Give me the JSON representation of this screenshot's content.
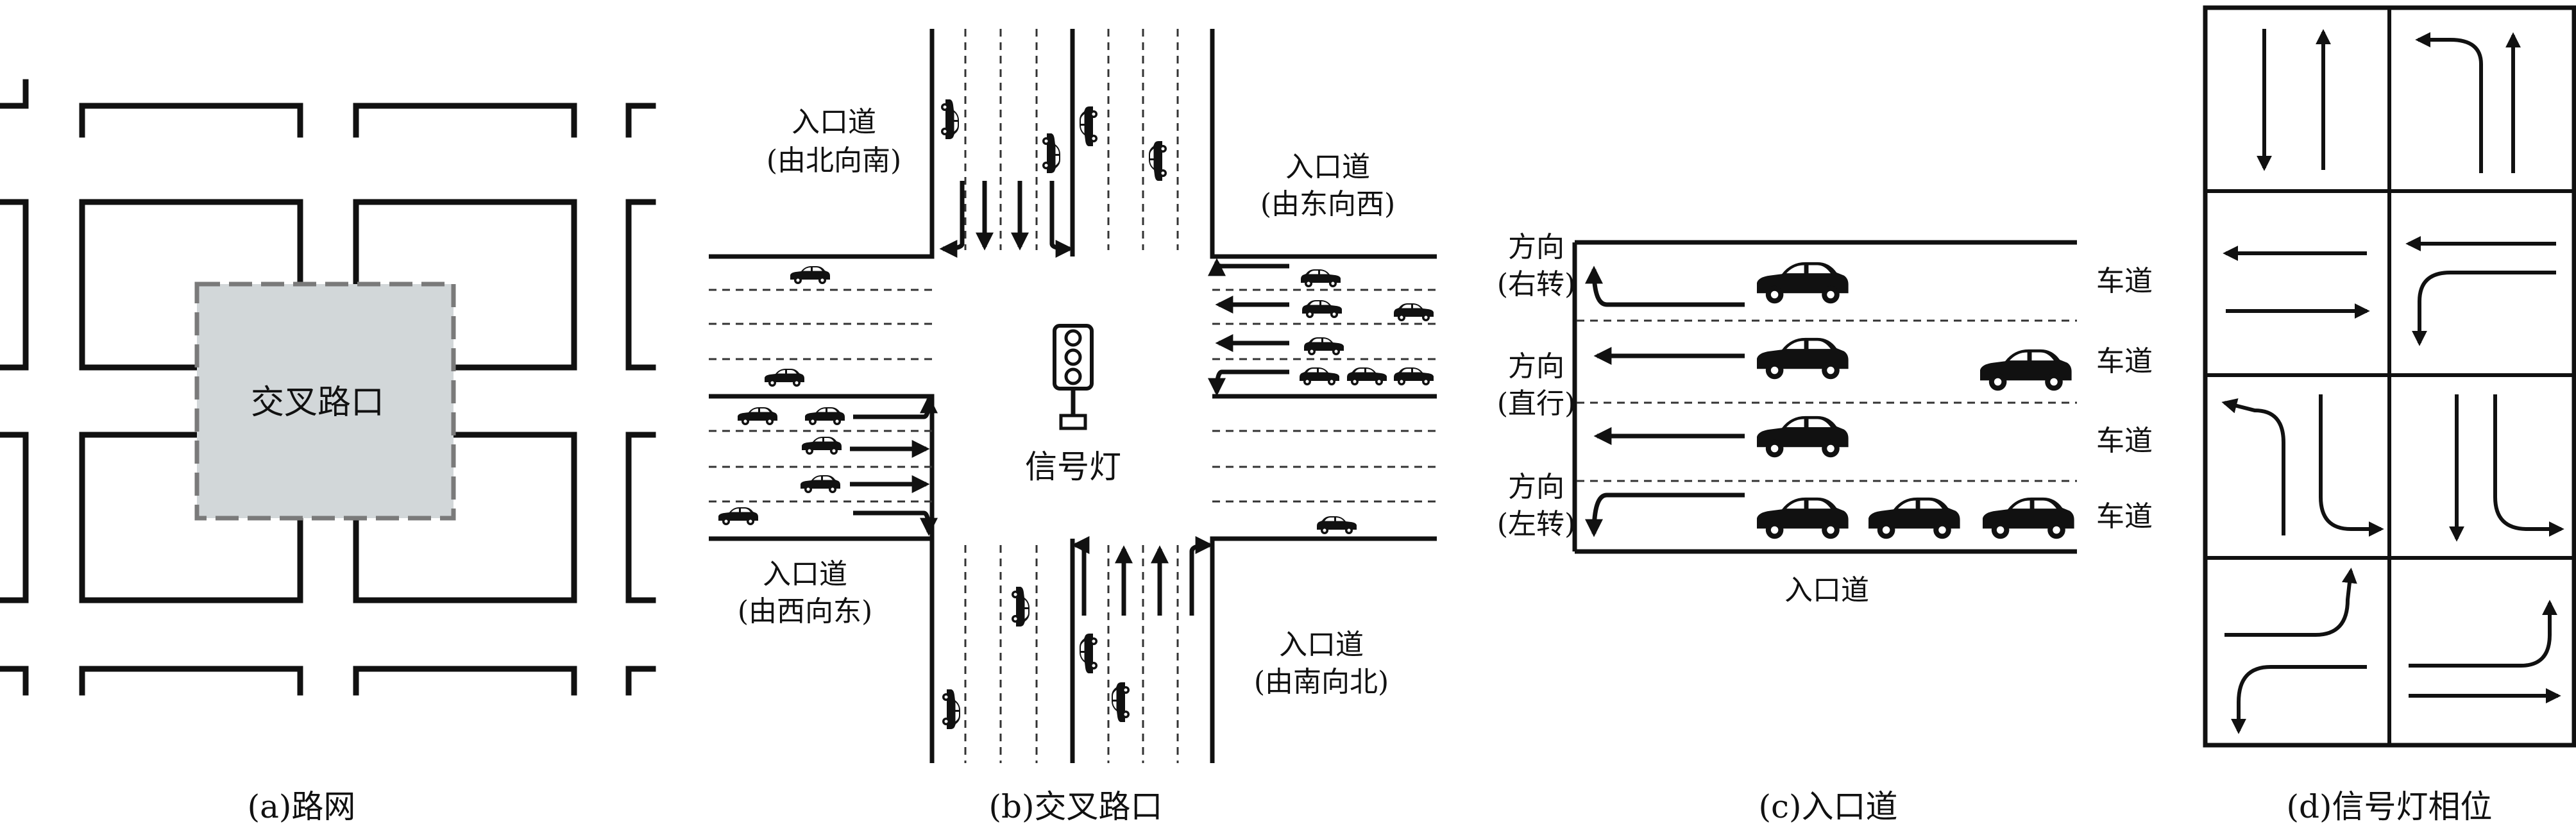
{
  "panel_a": {
    "intersection_label": "交叉路口",
    "caption": "(a)路网"
  },
  "panel_b": {
    "entry_north": [
      "入口道",
      "(由北向南)"
    ],
    "entry_east": [
      "入口道",
      "(由东向西)"
    ],
    "entry_west": [
      "入口道",
      "(由西向东)"
    ],
    "entry_south": [
      "入口道",
      "(由南向北)"
    ],
    "signal_label": "信号灯",
    "caption": "(b)交叉路口"
  },
  "panel_c": {
    "directions": [
      [
        "方向",
        "(右转)"
      ],
      [
        "方向",
        "(直行)"
      ],
      [
        "方向",
        "(左转)"
      ]
    ],
    "lane_labels": [
      "车道",
      "车道",
      "车道",
      "车道"
    ],
    "approach_label": "入口道",
    "caption": "(c)入口道"
  },
  "panel_d": {
    "caption": "(d)信号灯相位"
  },
  "colors": {
    "ink": "#111111",
    "intersection_fill": "#d2d7d9",
    "intersection_border": "#7a7a7a"
  }
}
